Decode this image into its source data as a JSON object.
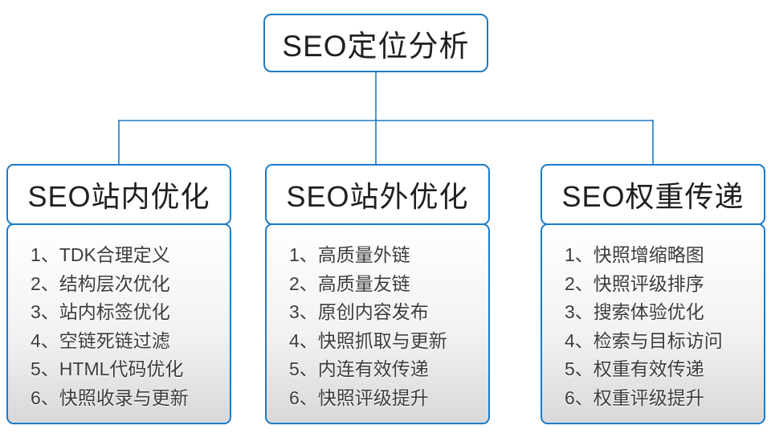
{
  "colors": {
    "accent": "#1d7bc7",
    "heading-text": "#1f1f1f",
    "item-text": "#3c3c3c",
    "list-top": "#ffffff",
    "list-bottom": "#d8d8db"
  },
  "diagram": {
    "root_label": "SEO定位分析",
    "branches": [
      {
        "header": "SEO站内优化",
        "items": [
          "1、TDK合理定义",
          "2、结构层次优化",
          "3、站内标签优化",
          "4、空链死链过滤",
          "5、HTML代码优化",
          "6、快照收录与更新"
        ]
      },
      {
        "header": "SEO站外优化",
        "items": [
          "1、高质量外链",
          "2、高质量友链",
          "3、原创内容发布",
          "4、快照抓取与更新",
          "5、内连有效传递",
          "6、快照评级提升"
        ]
      },
      {
        "header": "SEO权重传递",
        "items": [
          "1、快照增缩略图",
          "2、快照评级排序",
          "3、搜索体验优化",
          "4、检索与目标访问",
          "5、权重有效传递",
          "6、权重评级提升"
        ]
      }
    ]
  }
}
